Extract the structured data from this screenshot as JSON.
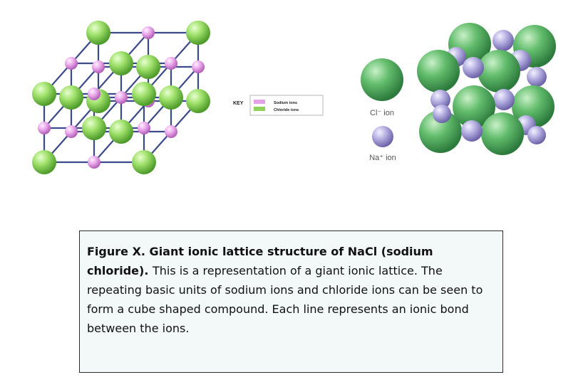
{
  "key": {
    "title": "KEY",
    "items": [
      {
        "label": "Sodium ions",
        "color": "#e6a2e6"
      },
      {
        "label": "Chloride ions",
        "color": "#8fd35a"
      }
    ]
  },
  "ion_labels": {
    "chloride": "Cl⁻ ion",
    "sodium": "Na⁺ ion"
  },
  "colors": {
    "lattice_green": "#8fd35a",
    "lattice_pink": "#e6a2e6",
    "lattice_rod": "#3a4a8a",
    "model_green": "#5fb86a",
    "model_purple": "#a9a3d8"
  },
  "caption": {
    "title": "Figure X. Giant ionic lattice structure of NaCl (sodium chloride).",
    "body": "This is a representation of a giant ionic lattice. The repeating basic units of sodium ions and chloride ions can be seen to form a cube shaped compound. Each line represents an ionic bond between the ions."
  }
}
